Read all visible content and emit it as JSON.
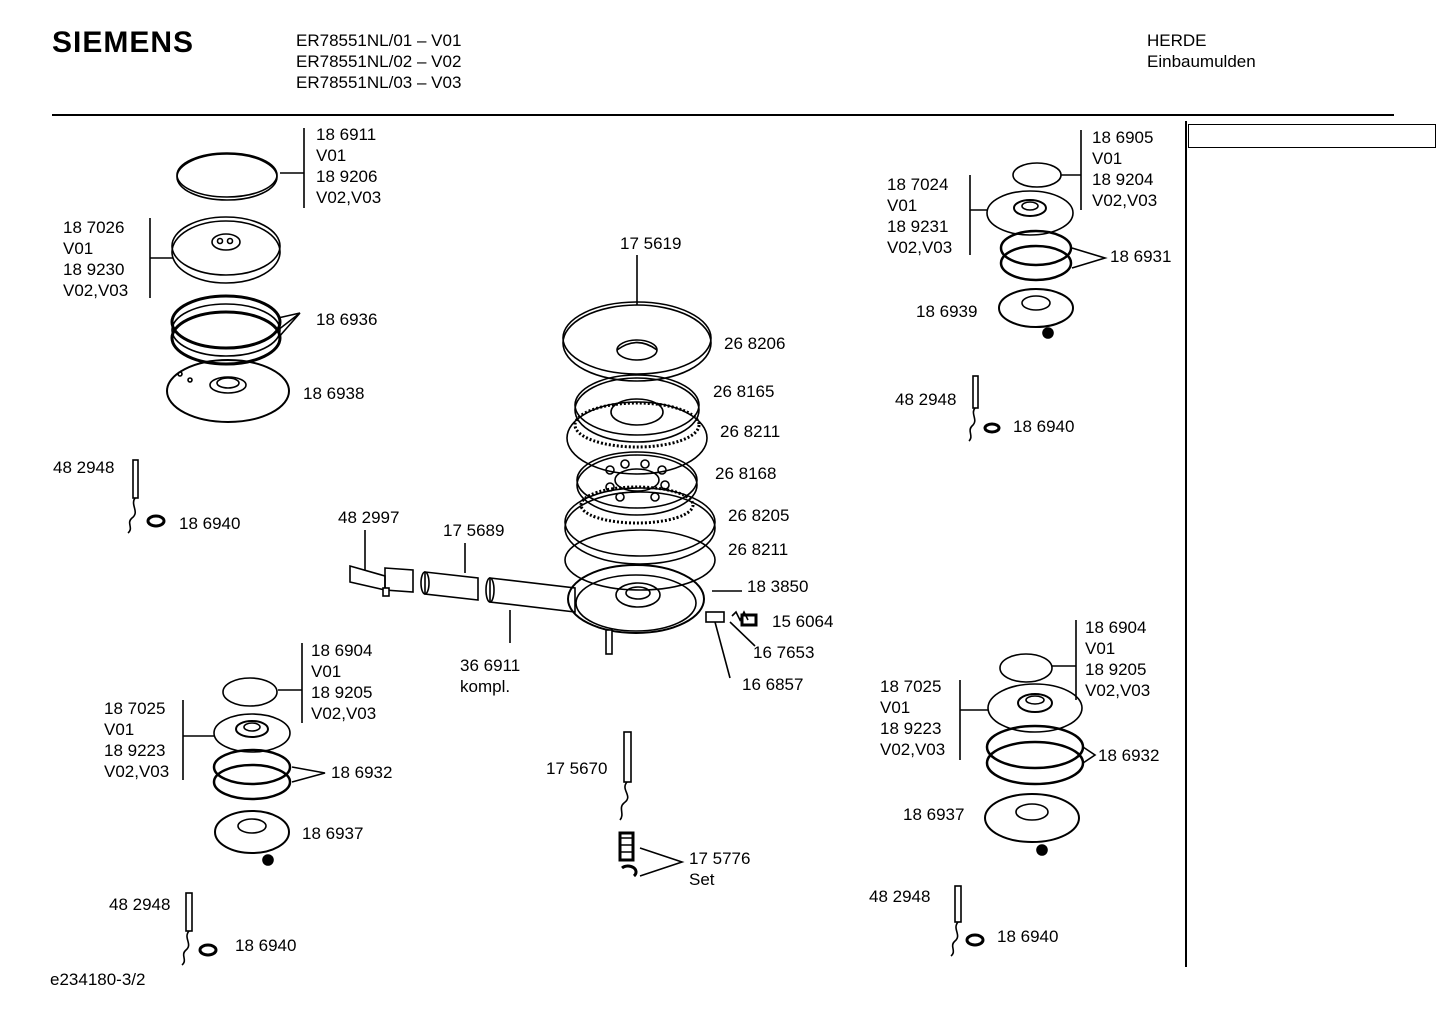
{
  "header": {
    "brand": "SIEMENS",
    "models": [
      "ER78551NL/01 – V01",
      "ER78551NL/02 – V02",
      "ER78551NL/03 – V03"
    ],
    "category_line1": "HERDE",
    "category_line2": "Einbaumulden"
  },
  "footer": {
    "drawing_id": "e234180-3/2"
  },
  "labels": {
    "tl_cap": [
      "18 6911",
      "V01",
      "18 9206",
      "V02,V03"
    ],
    "tl_body": [
      "18 7026",
      "V01",
      "18 9230",
      "V02,V03"
    ],
    "tl_ring": "18 6936",
    "tl_base": "18 6938",
    "tl_therm": "48 2948",
    "tl_washer": "18 6940",
    "c_top": "17 5619",
    "c_268206": "26 8206",
    "c_268165": "26 8165",
    "c_268211a": "26 8211",
    "c_268168": "26 8168",
    "c_268205": "26 8205",
    "c_268211b": "26 8211",
    "c_183850": "18 3850",
    "c_156064": "15 6064",
    "c_167653": "16 7653",
    "c_166857": "16 6857",
    "c_482997": "48 2997",
    "c_175689": "17 5689",
    "c_366911": [
      "36 6911",
      "kompl."
    ],
    "c_175670": "17 5670",
    "c_175776": [
      "17 5776",
      "Set"
    ],
    "tr_cap": [
      "18 6905",
      "V01",
      "18 9204",
      "V02,V03"
    ],
    "tr_body": [
      "18 7024",
      "V01",
      "18 9231",
      "V02,V03"
    ],
    "tr_ring": "18 6931",
    "tr_base": "18 6939",
    "tr_therm": "48 2948",
    "tr_washer": "18 6940",
    "bl_cap": [
      "18 6904",
      "V01",
      "18 9205",
      "V02,V03"
    ],
    "bl_body": [
      "18 7025",
      "V01",
      "18 9223",
      "V02,V03"
    ],
    "bl_ring": "18 6932",
    "bl_base": "18 6937",
    "bl_therm": "48 2948",
    "bl_washer": "18 6940",
    "br_cap": [
      "18 6904",
      "V01",
      "18 9205",
      "V02,V03"
    ],
    "br_body": [
      "18 7025",
      "V01",
      "18 9223",
      "V02,V03"
    ],
    "br_ring": "18 6932",
    "br_base": "18 6937",
    "br_therm": "48 2948",
    "br_washer": "18 6940"
  }
}
